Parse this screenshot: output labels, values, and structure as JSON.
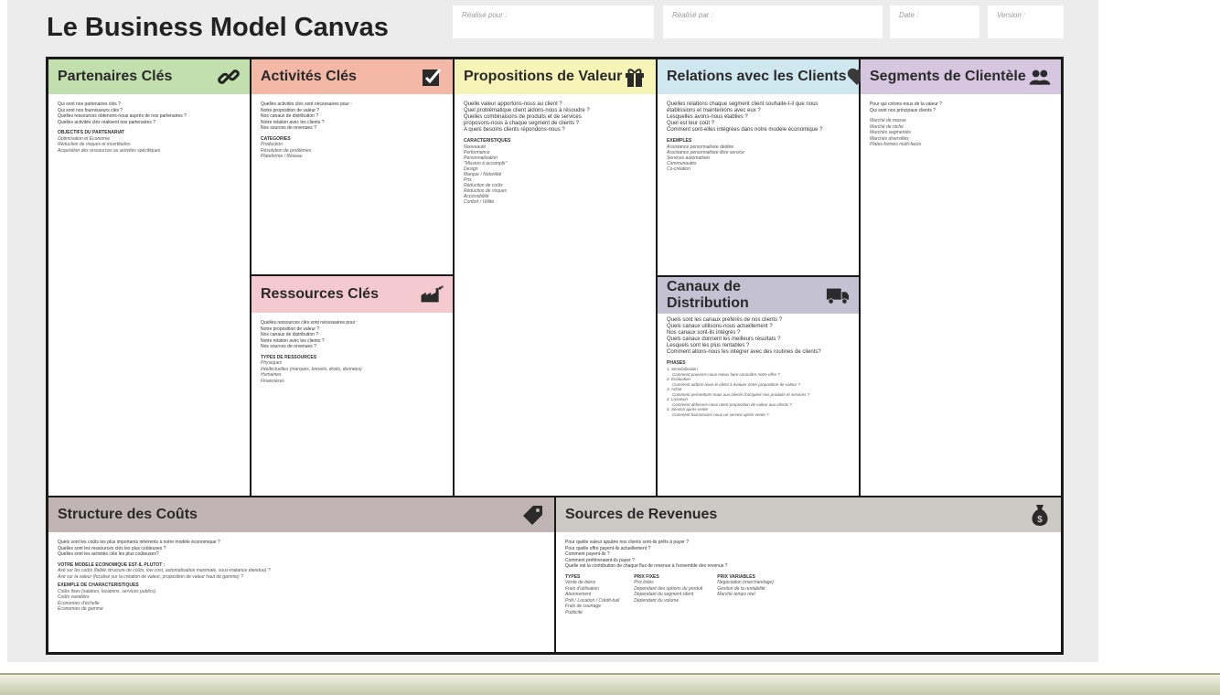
{
  "header": {
    "title": "Le Business Model Canvas",
    "realise_pour": "Réalisé pour :",
    "realise_par": "Réalisé par :",
    "date": "Date :",
    "version": "Version :"
  },
  "blocks": {
    "partenaires": {
      "title": "Partenaires Clés",
      "questions": [
        "Qui sont nos partenaires clés ?",
        "Qui sont nos fournisseurs clés ?",
        "Quelles ressources obtenons-nous auprès de nos partenaires ?",
        "Quelles activités clés réalisent nos partenaires ?"
      ],
      "cap": "OBJECTIFS DU PARTENARIAT",
      "items": [
        "Optimisation et Économie",
        "Réduction de risques et incertitudes",
        "Acquisition des ressources ou activités spécifiques"
      ]
    },
    "activites": {
      "title": "Activités Clés",
      "questions": [
        "Quelles activités clés sont nécessaires pour :",
        "Notre proposition de valeur ?",
        "Nos canaux de distribution ?",
        "Notre relation avec les clients ?",
        "Nos sources de revenues ?"
      ],
      "cap": "CATEGORIES",
      "items": [
        "Production",
        "Résolution de problèmes",
        "Plateforme / Réseau"
      ]
    },
    "ressources": {
      "title": "Ressources Clés",
      "questions": [
        "Quelles ressources clés sont nécessaires pour :",
        "Notre proposition de valeur ?",
        "Nos canaux de distribution ?",
        "Notre relation avec les clients ?",
        "Nos sources de revenues ?"
      ],
      "cap": "TYPES DE RESSOURCES",
      "items": [
        "Physiques",
        "Intellectuelles (marques, brevets, droits, données)",
        "Humaines",
        "Financières"
      ]
    },
    "propositions": {
      "title": "Propositions de Valeur",
      "questions": [
        "Quelle valeur apportons-nous au client ?",
        "Quel problématique client aidons-nous à résoudre ?",
        "Quelles combinaisons de produits et de services",
        "proposons-nous à chaque segment de clients ?",
        "A quels besoins clients répondons-nous ?"
      ],
      "cap": "CARACTERISTIQUES",
      "items": [
        "Nouveauté",
        "Performance",
        "Personnalisation",
        "\"Mission à accomplir\"",
        "Design",
        "Marque / Notoriété",
        "Prix",
        "Réduction de coûts",
        "Réduction de risques",
        "Accessibilité",
        "Confort / Utilité"
      ]
    },
    "relations": {
      "title": "Relations avec les Clients",
      "questions": [
        "Quelles relations chaque segment client souhaite-t-il que nous",
        "établissions et maintenions avec eux ?",
        "Lesquelles avons-nous établies ?",
        "Quel est leur coût ?",
        "Comment sont-elles intégrées dans notre modèle économique ?"
      ],
      "cap": "EXEMPLES",
      "items": [
        "Assistance personnalisée dédiée",
        "Assistance personnalisée libre service",
        "Services automatisés",
        "Communautés",
        "Co-création"
      ]
    },
    "canaux": {
      "title": "Canaux de Distribution",
      "questions": [
        "Quels sont les canaux préférés de nos clients ?",
        "Quels canaux utilisons-nous actuellement ?",
        "Nos canaux sont-ils intégrés ?",
        "Quels canaux donnent les meilleurs résultats ?",
        "Lesquels sont les plus rentables ?",
        "Comment allons-nous les intégrer avec des routines de clients?"
      ],
      "cap": "PHASES",
      "phases": [
        {
          "name": "1. Sensibilisation",
          "detail": "Comment pouvons-nous mieux faire connaître notre offre ?"
        },
        {
          "name": "2. Évaluation",
          "detail": "Comment aidons-nous le client à évaluer notre proposition de valeur ?"
        },
        {
          "name": "3. Achat",
          "detail": "Comment permettons-nous aux clients d'acquérir nos produits et services ?"
        },
        {
          "name": "4. Livraison",
          "detail": "Comment délivrons-nous notre proposition de valeur aux clients ?"
        },
        {
          "name": "5. Service après-vente",
          "detail": "Comment fournissons-nous un service après-vente ?"
        }
      ]
    },
    "segments": {
      "title": "Segments de Clientèle",
      "questions": [
        "Pour qui créons-nous de la valeur ?",
        "Qui sont nos principaux clients ?"
      ],
      "items": [
        "Marché de masse",
        "Marché de niche",
        "Marchés segmentés",
        "Marchés diversifiés",
        "Plates-formes multi-faces"
      ]
    },
    "couts": {
      "title": "Structure des Coûts",
      "questions": [
        "Quels sont les coûts les plus importants inhérents à notre modèle économique ?",
        "Quelles sont les ressources clés les plus coûteuses ?",
        "Quelles sont les activités clés les plus coûteuses?"
      ],
      "cap1": "VOTRE MODELE ECONOMIQUE EST-IL PLUTOT :",
      "items1": [
        "Axé sur les coûts (faible structure de coûts, low cost, automatisation maximale, sous-traitance étendue) ?",
        "Axé sur la valeur (focalisé sur la création de valeur, proposition de valeur haut de gamme) ?"
      ],
      "cap2": "EXEMPLE DE CHARACTERISTIQUES",
      "items2": [
        "Coûts fixes (salaires, locations, services publics)",
        "Coûts variables",
        "Économies d'échelle",
        "Économies de gamme"
      ]
    },
    "revenues": {
      "title": "Sources de Revenues",
      "questions": [
        "Pour quelle valeur ajoutée nos clients sont-ils prêts à payer ?",
        "Pour quelle offre payent-ils actuellement ?",
        "Comment payent-ils ?",
        "Comment préféreraient-ils payer ?",
        "Quelle est la contribution de chaque flux de revenue à l'ensemble des revenus ?"
      ],
      "col1_cap": "TYPES",
      "col1": [
        "Vente de biens",
        "Frais d'utilisation",
        "Abonnement",
        "Prêt / Location / Crédit-bail",
        "Frais de courtage",
        "Publicité"
      ],
      "col2_cap": "PRIX FIXES",
      "col2": [
        "Prix listés",
        "Dépendant des options du produit",
        "Dépendant du segment client",
        "Dépendant du volume"
      ],
      "col3_cap": "PRIX VARIABLES",
      "col3": [
        "Négociation (marchandage)",
        "Gestion de la rentabilité",
        "Marché temps réel"
      ]
    }
  },
  "colors": {
    "partenaires": "#c2dfae",
    "activites": "#f3b8a6",
    "ressources": "#f5c9d0",
    "propositions": "#f7f4b8",
    "relations": "#cfe7ef",
    "canaux": "#c3c1d2",
    "segments": "#d7c6df",
    "couts": "#c1b4b6",
    "revenues": "#cbcac4",
    "border": "#1a1a1a"
  },
  "icons": {
    "partenaires": "link-icon",
    "activites": "checkbox-icon",
    "ressources": "factory-icon",
    "propositions": "gift-icon",
    "relations": "heart-icon",
    "canaux": "truck-icon",
    "segments": "people-icon",
    "couts": "price-tag-icon",
    "revenues": "money-bag-icon"
  }
}
